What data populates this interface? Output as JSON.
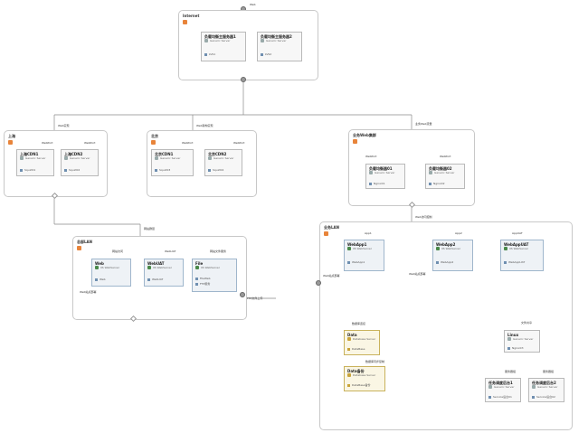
{
  "labels": {
    "top_port": "Web",
    "internet": "Internet",
    "shanghai": "上海",
    "beijing": "北京",
    "cloud": "业务Web集群",
    "lan_left": "总部LAN",
    "lan_right": "业务LAN",
    "edge_shanghai": "Web实现",
    "edge_beijing": "Web架构实现",
    "edge_cloud": "业务Web流量",
    "edge_lan_left": "网站群层",
    "edge_lan_right": "Web访问控制",
    "webport": "WebPort",
    "web_dep_left": "Web站点部署",
    "web_dep_right": "Web站点部署",
    "lan_webvisit": "网站访问",
    "lan_webuat": "WebUAT",
    "lan_file": "网站文件服务",
    "ftp_edge": "FTP文件上传",
    "app1_label": "App1",
    "app2_label": "App2",
    "appuat_label": "AppUAT",
    "db_connect": "数据库连接",
    "db_sync": "数据库同步复制",
    "linux_file": "文件共享",
    "deploy_left": "服务器组",
    "deploy_right": "服务器组"
  },
  "boxes": {
    "lb1": {
      "title": "负载均衡主服务器1",
      "sub": "Generic Server",
      "comp": "LVS1"
    },
    "lb2": {
      "title": "负载均衡主服务器2",
      "sub": "Generic Server",
      "comp": "LVS2"
    },
    "sh_cdn1": {
      "title": "上海CDN1",
      "sub": "Generic Server",
      "comp": "Squid01"
    },
    "sh_cdn2": {
      "title": "上海CDN2",
      "sub": "Generic Server",
      "comp": "Squid02"
    },
    "bj_cdn1": {
      "title": "北京CDN1",
      "sub": "Generic Server",
      "comp": "Squid03"
    },
    "bj_cdn2": {
      "title": "北京CDN2",
      "sub": "Generic Server",
      "comp": "Squid04"
    },
    "proxy1": {
      "title": "负载均衡器01",
      "sub": "Generic Server",
      "comp": "Nginx01"
    },
    "proxy2": {
      "title": "负载均衡器02",
      "sub": "Generic Server",
      "comp": "Nginx02"
    },
    "web": {
      "title": "Web",
      "sub": "IIS WebServer",
      "comp": "Web"
    },
    "webuat": {
      "title": "WebUAT",
      "sub": "IIS WebServer",
      "comp": "WebUAT"
    },
    "file": {
      "title": "File",
      "sub": "IIS WebServer",
      "comp": "FileWeb",
      "comp2": "FTP服务"
    },
    "webapp1": {
      "title": "WebApp1",
      "sub": "IIS WebServer",
      "comp": "WebApp1"
    },
    "webapp2": {
      "title": "WebApp2",
      "sub": "IIS WebServer",
      "comp": "WebApp2"
    },
    "webappuat": {
      "title": "WebAppUAT",
      "sub": "IIS WebServer",
      "comp": "WebAppUAT"
    },
    "data": {
      "title": "Data",
      "sub": "Database Server",
      "comp": "DataBase"
    },
    "databak": {
      "title": "Data备份",
      "sub": "Database Server",
      "comp": "DataBase备份"
    },
    "linux": {
      "title": "Linux",
      "sub": "Generic Server",
      "comp": "Nginx03"
    },
    "svc1": {
      "title": "任务调度后台1",
      "sub": "Generic Server",
      "comp": "Service后台01"
    },
    "svc2": {
      "title": "任务调度后台2",
      "sub": "Generic Server",
      "comp": "Service后台02"
    }
  }
}
